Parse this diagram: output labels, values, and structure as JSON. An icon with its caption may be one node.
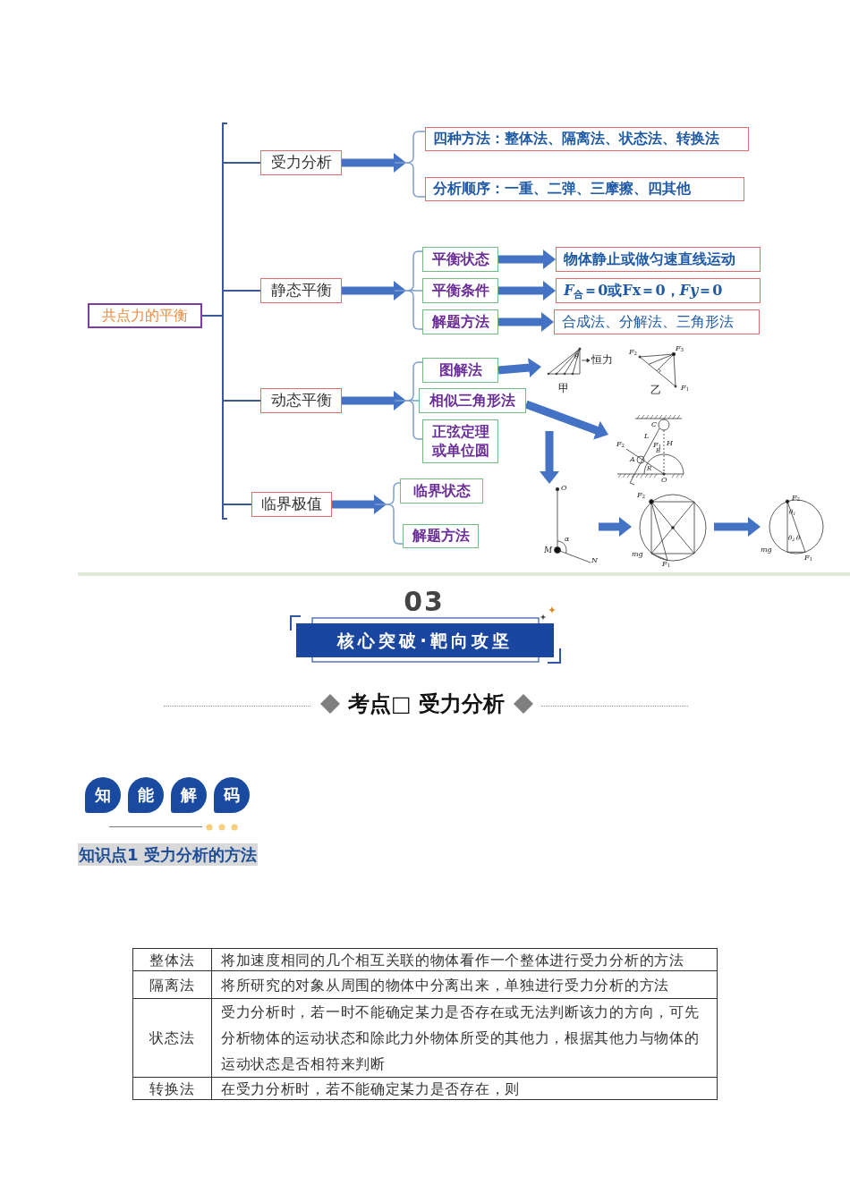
{
  "diagram": {
    "nodes": [
      {
        "text": [
          "共点力的平衡"
        ]
      },
      {
        "text": [
          "受力分析"
        ]
      },
      {
        "text": [
          "四种方法：整体法、隔离法、状态法、转换法"
        ]
      },
      {
        "text": [
          "分析顺序：一重、二弹、三摩擦、四其他"
        ]
      },
      {
        "text": [
          "静态平衡"
        ]
      },
      {
        "text": [
          "平衡状态"
        ]
      },
      {
        "text": [
          "物体静止或做匀速直线运动"
        ]
      },
      {
        "text": [
          "平衡条件"
        ]
      },
      {
        "text": [
          "*F*$_{合}$＝0或Fx＝0，*Fy*＝0"
        ]
      },
      {
        "text": [
          "解题方法"
        ]
      },
      {
        "text": [
          "合成法、分解法、三角形法"
        ]
      },
      {
        "text": [
          "动态平衡"
        ]
      },
      {
        "text": [
          "图解法"
        ]
      },
      {
        "text": [
          "相似三角形法"
        ]
      },
      {
        "text": [
          "正弦定理或单位圆"
        ]
      },
      {
        "text": [
          "临界极值"
        ]
      },
      {
        "text": [
          "临界状态"
        ]
      },
      {
        "text": [
          "解题方法"
        ]
      },
      {
        "text": [
          "θ",
          "恒力",
          "*F*$_{2}$",
          "*F*$_{3}$",
          "甲",
          "乙",
          "*F*$_{1}$"
        ]
      },
      {
        "text": [
          "C",
          "L",
          "*F*$_{2}$",
          "*F*$_{1}$",
          "H",
          "B",
          "A",
          "R",
          "O"
        ]
      },
      {
        "text": [
          "O",
          "α",
          "M",
          "N"
        ]
      },
      {
        "text": [
          "*F*$_{2}$",
          "mg",
          "*F*$_{1}$"
        ]
      },
      {
        "text": [
          "*F*$_{2}$",
          "θ$_{1}$",
          "θ$_{2}$",
          "θ",
          "mg",
          "*F*$_{1}$"
        ]
      }
    ],
    "edges": [
      {
        "from": 0,
        "to": 1,
        "arrow": "none"
      },
      {
        "from": 0,
        "to": 4,
        "arrow": "none"
      },
      {
        "from": 0,
        "to": 11,
        "arrow": "none"
      },
      {
        "from": 0,
        "to": 15,
        "arrow": "none"
      },
      {
        "from": 1,
        "to": 2,
        "arrow": "to"
      },
      {
        "from": 1,
        "to": 3,
        "arrow": "to"
      },
      {
        "from": 4,
        "to": 5,
        "arrow": "to"
      },
      {
        "from": 4,
        "to": 7,
        "arrow": "to"
      },
      {
        "from": 4,
        "to": 9,
        "arrow": "to"
      },
      {
        "from": 5,
        "to": 6,
        "arrow": "to",
        "style": "thick"
      },
      {
        "from": 7,
        "to": 8,
        "arrow": "to",
        "style": "thick"
      },
      {
        "from": 9,
        "to": 10,
        "arrow": "to",
        "style": "thick"
      },
      {
        "from": 11,
        "to": 12,
        "arrow": "to"
      },
      {
        "from": 11,
        "to": 13,
        "arrow": "to"
      },
      {
        "from": 11,
        "to": 14,
        "arrow": "to"
      },
      {
        "from": 12,
        "to": 18,
        "arrow": "to",
        "style": "thick"
      },
      {
        "from": 13,
        "to": 19,
        "arrow": "to",
        "style": "thick"
      },
      {
        "from": null,
        "to": 20,
        "arrow": "to",
        "style": "thick"
      },
      {
        "from": 20,
        "to": 21,
        "arrow": "to",
        "style": "thick"
      },
      {
        "from": 21,
        "to": 22,
        "arrow": "to",
        "style": "thick"
      },
      {
        "from": 15,
        "to": 16,
        "arrow": "to"
      },
      {
        "from": 15,
        "to": 17,
        "arrow": "to"
      }
    ],
    "labels": [
      "03",
      "核心突破·靶向攻坚",
      "考点□ 受力分析",
      "知",
      "能",
      "解",
      "码",
      "知识点1 受力分析的方法",
      "整体法",
      "将加速度相同的几个相互关联的物体看作一个整体进行受力分析的方法",
      "隔离法",
      "将所研究的对象从周围的物体中分离出来，单独进行受力分析的方法",
      "状态法",
      "受力分析时，若一时不能确定某力是否存在或无法判断该力的方向，可先分析物体的运动状态和除此力外物体所受的其他力，根据其他力与物体的运动状态是否相符来判断",
      "转换法",
      "在受力分析时，若不能确定某力是否存在，则"
    ]
  }
}
